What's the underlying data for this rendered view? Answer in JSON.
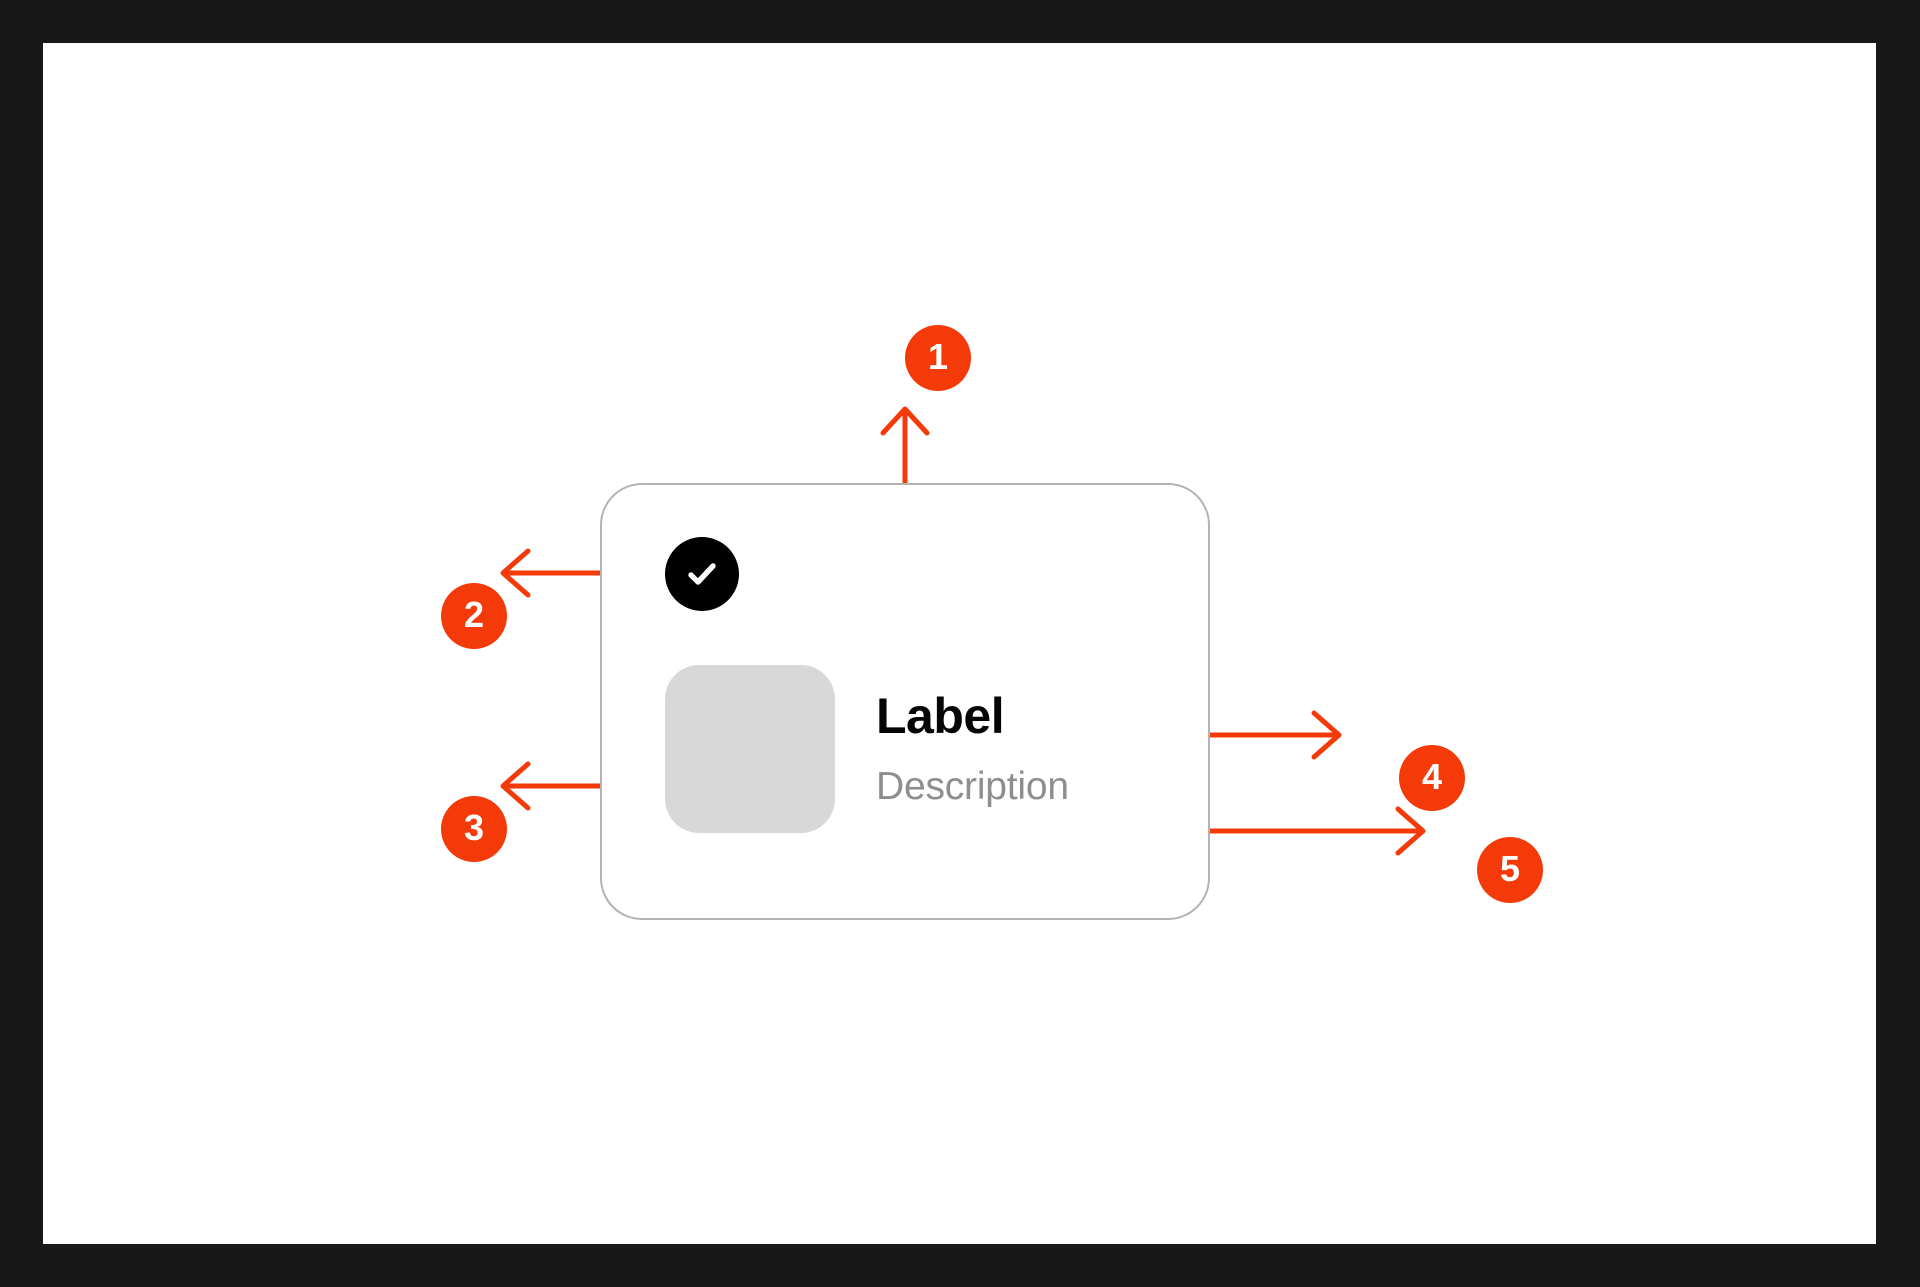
{
  "frame": {
    "background_color": "#181818",
    "canvas_color": "#ffffff"
  },
  "theme": {
    "accent_color": "#f43a08",
    "card_border_color": "#b3b3b3",
    "thumbnail_color": "#d8d8d8",
    "label_color": "#050505",
    "description_color": "#8e8e8e",
    "check_badge_color": "#000000",
    "check_mark_color": "#ffffff"
  },
  "card": {
    "label": "Label",
    "description": "Description",
    "check_icon": "check-icon",
    "thumbnail_icon": "image-placeholder-icon"
  },
  "callouts": [
    {
      "number": "1",
      "target": "card-container",
      "arrow": "up"
    },
    {
      "number": "2",
      "target": "selection-check",
      "arrow": "left"
    },
    {
      "number": "3",
      "target": "thumbnail",
      "arrow": "left"
    },
    {
      "number": "4",
      "target": "label-text",
      "arrow": "right"
    },
    {
      "number": "5",
      "target": "description-text",
      "arrow": "right"
    }
  ]
}
